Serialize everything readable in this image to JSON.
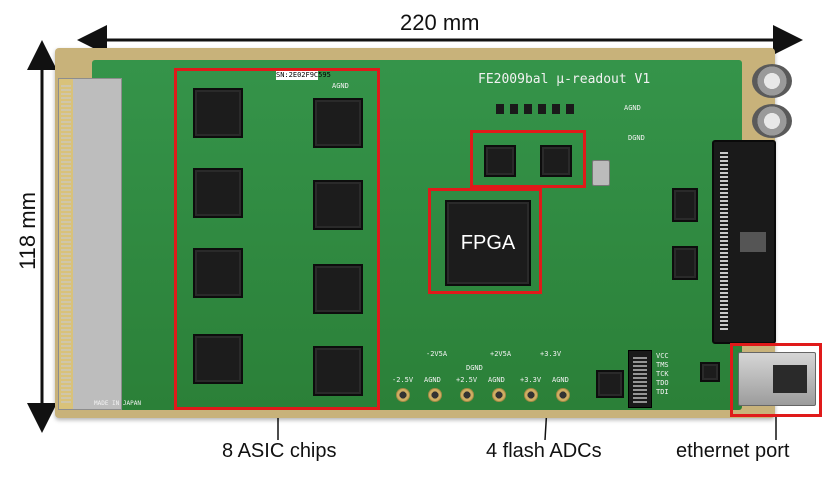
{
  "dimensions": {
    "width_label": "220 mm",
    "height_label": "118 mm"
  },
  "board_text": {
    "title": "FE2009bal μ-readout V1",
    "serial": "SN:2E02F9C595",
    "agnd_top": "AGND",
    "agnd_right": "AGND",
    "dgnd_right": "DGND",
    "dgnd_bottom": "DGND",
    "minus_2v5a": "-2V5A",
    "plus_2v5a": "+2V5A",
    "plus_3v3": "+3.3V",
    "made_in": "MADE IN JAPAN",
    "power_labels": [
      "-2.5V",
      "AGND",
      "+2.5V",
      "AGND",
      "+3.3V",
      "AGND"
    ],
    "jtag_labels": [
      "VCC",
      "TMS",
      "TCK",
      "TDO",
      "TDI"
    ]
  },
  "chip_labels": {
    "fpga": "FPGA"
  },
  "annotations": {
    "asic": "8 ASIC chips",
    "adc": "4 flash ADCs",
    "ethernet": "ethernet port"
  },
  "colors": {
    "pcb_green": "#2f8b3c",
    "frame_gold": "#c8b27a",
    "highlight_red": "#e01a1a"
  }
}
